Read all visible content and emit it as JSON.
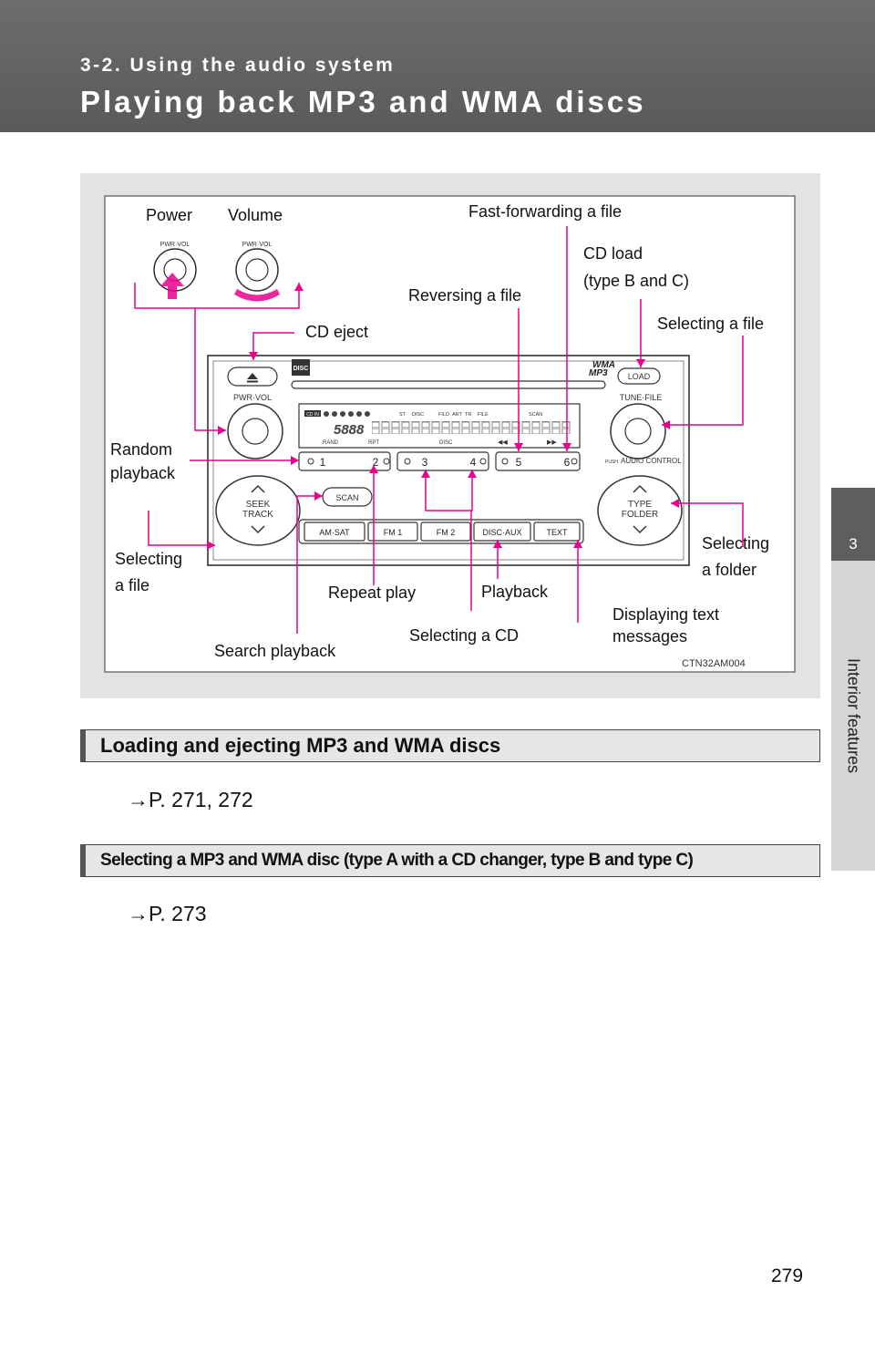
{
  "header": {
    "section": "3-2. Using the audio system",
    "title": "Playing back MP3 and WMA discs"
  },
  "side_tab": {
    "number": "3",
    "label": "Interior features"
  },
  "figure": {
    "code": "CTN32AM004",
    "callouts": {
      "power": "Power",
      "volume": "Volume",
      "fast_forward": "Fast-forwarding a file",
      "cd_load_1": "CD load",
      "cd_load_2": "(type B and C)",
      "reversing": "Reversing a file",
      "selecting_file_right": "Selecting a file",
      "cd_eject": "CD eject",
      "random_1": "Random",
      "random_2": "playback",
      "selecting_file_left_1": "Selecting",
      "selecting_file_left_2": "a file",
      "selecting_folder_1": "Selecting",
      "selecting_folder_2": "a folder",
      "repeat": "Repeat play",
      "playback": "Playback",
      "display_text_1": "Displaying text",
      "display_text_2": "messages",
      "selecting_cd": "Selecting a CD",
      "search": "Search playback"
    },
    "device": {
      "knob_label": "PWR·VOL",
      "tune_label": "TUNE·FILE",
      "load": "LOAD",
      "push_label": "PUSH",
      "audio_control": "AUDIO CONTROL",
      "scan": "SCAN",
      "seek_1": "SEEK",
      "seek_2": "TRACK",
      "type_1": "TYPE",
      "type_2": "FOLDER",
      "wma": "WMA",
      "mp3": "MP3",
      "presets": [
        "1",
        "2",
        "3",
        "4",
        "5",
        "6"
      ],
      "bands": [
        "AM·SAT",
        "FM 1",
        "FM 2",
        "DISC·AUX",
        "TEXT"
      ],
      "display_top": [
        "ST",
        "DISC",
        "FILD",
        "ART",
        "TR",
        "FILE",
        "SCAN"
      ],
      "display_bottom": [
        "RAND",
        "RPT",
        "DISC"
      ],
      "display_digits": "5888"
    }
  },
  "sections": [
    {
      "heading": "Loading and ejecting MP3 and WMA discs",
      "ref": "→P. 271, 272"
    },
    {
      "heading": "Selecting a MP3 and WMA disc (type A with a CD changer, type B and type C)",
      "ref": "→P. 273"
    }
  ],
  "page_number": "279"
}
